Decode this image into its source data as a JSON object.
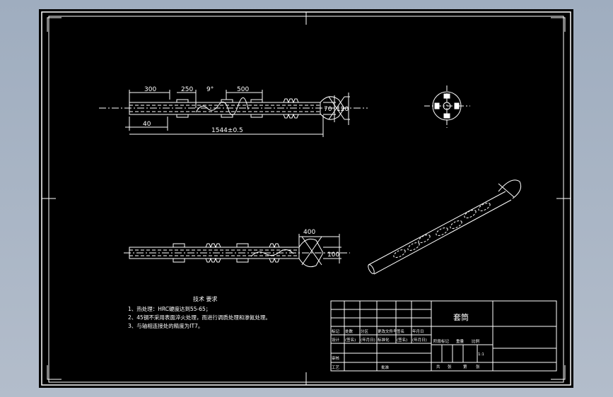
{
  "drawing": {
    "top_view": {
      "dims": {
        "d300": "300",
        "d250": "250",
        "angle": "9°",
        "d500": "500",
        "d40": "40",
        "total": "1544±0.5",
        "dia70": "70",
        "dia120": "120"
      }
    },
    "bottom_view": {
      "dims": {
        "d400": "400",
        "d100": "100"
      }
    },
    "tech_requirements": {
      "heading": "技术 要求",
      "items": [
        "1、热处理：HRC硬度达到55-65；",
        "2、45钢不采用表面淬火处理，而进行调质处理和渗氮处理。",
        "3、与轴相连接处的精度为IT7。"
      ]
    },
    "title_block": {
      "part_name": "套筒",
      "row_labels": [
        "标记",
        "处数",
        "分区",
        "更改文件号",
        "签名",
        "年月日"
      ],
      "row2": [
        "设计",
        "(签名)",
        "(年月日)",
        "标准化",
        "(签名)",
        "(年月日)"
      ],
      "row3_left": "审核",
      "row4_left": "工艺",
      "approve": "批准",
      "stage_labels": [
        "阶段标记",
        "重量",
        "比例"
      ],
      "sheet_labels": [
        "共",
        "张",
        "第",
        "张"
      ],
      "scale": "1:1"
    }
  }
}
